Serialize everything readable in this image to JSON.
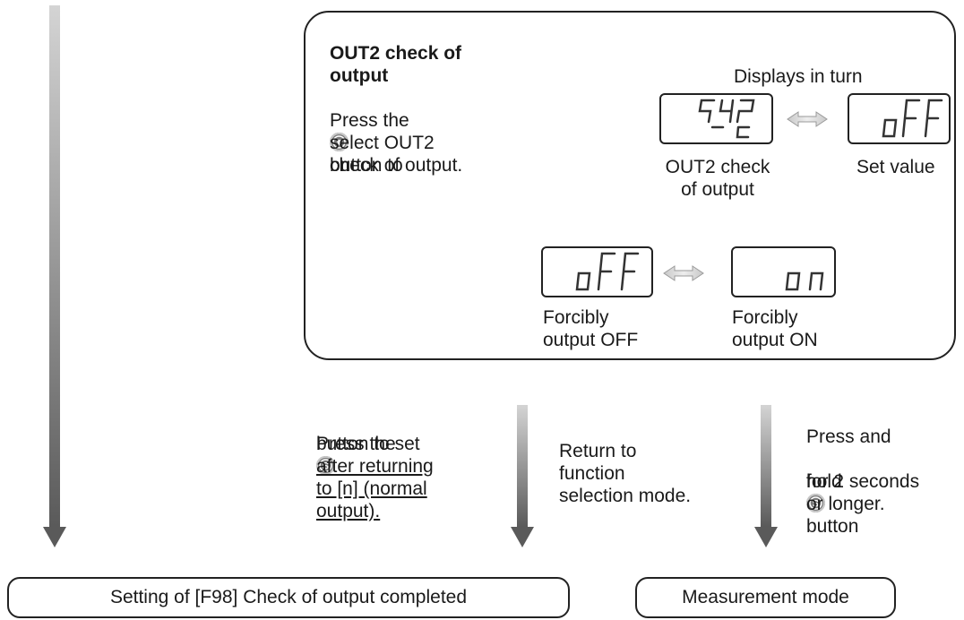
{
  "main_panel": {
    "title": "OUT2 check of\noutput",
    "desc_press": "Press the",
    "desc_or": "or",
    "desc_button_to": "button to",
    "desc_rest": "select OUT2\ncheck of output.",
    "displays_in_turn": "Displays in turn",
    "lcd_item": "5Y2",
    "lcd_item_sub": "-C",
    "lcd_value": "oFF",
    "label_item": "OUT2 check\nof output",
    "label_value": "Set value",
    "lcd_off": "oFF",
    "lcd_on": "on",
    "label_off": "Forcibly\noutput OFF",
    "label_on": "Forcibly\noutput ON"
  },
  "steps": {
    "set_press": "Press the",
    "set_button_to_set": "button to set",
    "set_underlined": "after returning\nto [n] (normal\noutput).",
    "return_text": "Return to\nfunction\nselection mode.",
    "hold_line1": "Press and",
    "hold_line2a": "hold",
    "hold_line2b": "button",
    "hold_rest": "for 2 seconds\nor longer."
  },
  "boxes": {
    "completed": "Setting of [F98] Check of output completed",
    "measurement": "Measurement mode"
  },
  "colors": {
    "arrow_top": "#d4d4d4",
    "arrow_bottom": "#5a5a5a",
    "border": "#222222",
    "icon": "#7a7a7a"
  },
  "icons": {
    "up": "up-button-icon",
    "down": "down-button-icon",
    "set": "set-button-icon"
  }
}
